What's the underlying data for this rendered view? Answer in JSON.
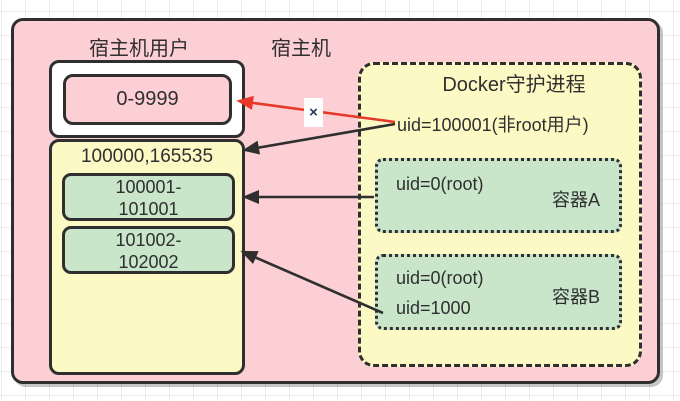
{
  "diagram": {
    "host_label": "宿主机",
    "host_users_label": "宿主机用户",
    "reserved_uid_range": "0-9999",
    "subuid_setting": "100000,165535",
    "mapped_ranges": [
      {
        "line1": "100001-",
        "line2": "101001"
      },
      {
        "line1": "101002-",
        "line2": "102002"
      }
    ],
    "daemon": {
      "title": "Docker守护进程",
      "daemon_uid": "uid=100001(非root用户)",
      "containers": [
        {
          "label": "容器A",
          "uids": [
            "uid=0(root)"
          ]
        },
        {
          "label": "容器B",
          "uids": [
            "uid=0(root)",
            "uid=1000"
          ]
        }
      ]
    },
    "forbidden_mark": "×"
  },
  "colors": {
    "host_bg": "#fccfd5",
    "panel_yellow": "#fdf9c5",
    "range_green": "#c9e6cb",
    "outline_dark": "#2f2f2f",
    "arrow_black": "#2f2f2f",
    "arrow_red": "#e7382a",
    "forbidden_x": "#28355e"
  }
}
